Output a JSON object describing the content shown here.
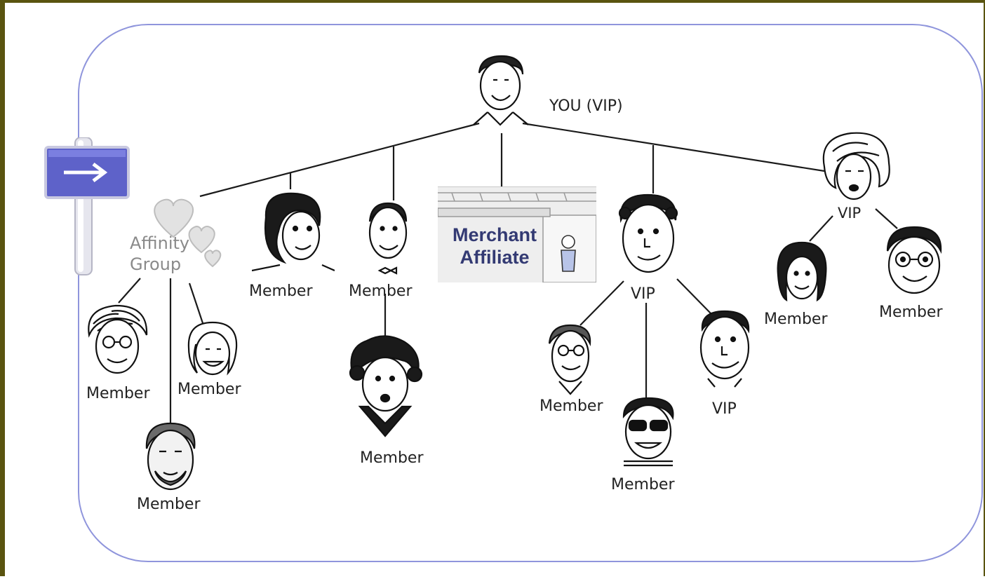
{
  "diagram": {
    "root_label": "YOU (VIP)",
    "affinity_group_label": "Affinity Group",
    "merchant_label": "Merchant Affiliate",
    "vip_label": "VIP",
    "member_label": "Member",
    "colors": {
      "outer_border": "#5a5410",
      "frame_border": "#8f95dc",
      "sign_blue": "#5e62c9",
      "merchant_text": "#333a73",
      "affinity_text": "#8a8a8a"
    },
    "nodes": [
      {
        "id": "you",
        "type": "vip",
        "label": "YOU (VIP)"
      },
      {
        "id": "affinity",
        "type": "group",
        "label": "Affinity Group",
        "parent": "you"
      },
      {
        "id": "m1",
        "type": "member",
        "label": "Member",
        "parent": "you"
      },
      {
        "id": "m2",
        "type": "member",
        "label": "Member",
        "parent": "you"
      },
      {
        "id": "merchant",
        "type": "merchant",
        "label": "Merchant Affiliate",
        "parent": "you"
      },
      {
        "id": "vip1",
        "type": "vip",
        "label": "VIP",
        "parent": "you"
      },
      {
        "id": "vip2",
        "type": "vip",
        "label": "VIP",
        "parent": "you"
      },
      {
        "id": "ag1",
        "type": "member",
        "label": "Member",
        "parent": "affinity"
      },
      {
        "id": "ag2",
        "type": "member",
        "label": "Member",
        "parent": "affinity"
      },
      {
        "id": "ag3",
        "type": "member",
        "label": "Member",
        "parent": "affinity"
      },
      {
        "id": "m2c",
        "type": "member",
        "label": "Member",
        "parent": "m2"
      },
      {
        "id": "v1a",
        "type": "member",
        "label": "Member",
        "parent": "vip1"
      },
      {
        "id": "v1b",
        "type": "member",
        "label": "Member",
        "parent": "vip1"
      },
      {
        "id": "v1c",
        "type": "vip",
        "label": "VIP",
        "parent": "vip1"
      },
      {
        "id": "v2a",
        "type": "member",
        "label": "Member",
        "parent": "vip2"
      },
      {
        "id": "v2b",
        "type": "member",
        "label": "Member",
        "parent": "vip2"
      }
    ],
    "icons": [
      "signpost-arrow-icon",
      "hearts-icon",
      "face-icon"
    ]
  }
}
